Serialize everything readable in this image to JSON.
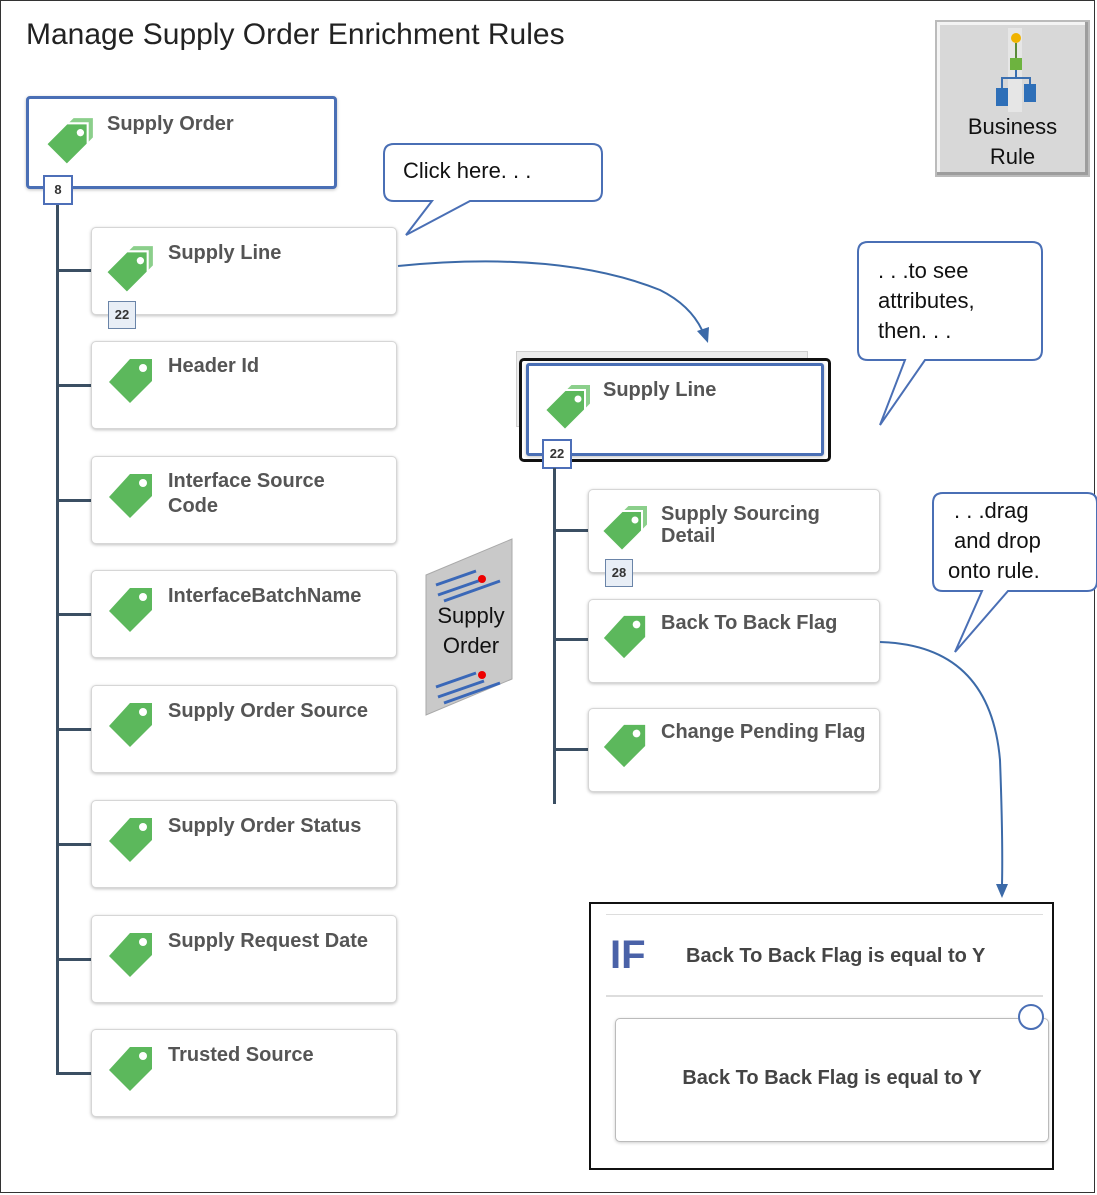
{
  "page": {
    "title": "Manage Supply Order Enrichment Rules"
  },
  "business_rule_button": {
    "line1": "Business",
    "line2": "Rule",
    "icon": "business-rule-flow-icon"
  },
  "root_node": {
    "label": "Supply Order",
    "count": "8"
  },
  "left_tree": [
    {
      "label": "Supply Line",
      "count": "22",
      "icon": "multi-tag-icon"
    },
    {
      "label": "Header Id",
      "icon": "tag-icon"
    },
    {
      "label": "Interface Source\nCode",
      "icon": "tag-icon"
    },
    {
      "label": "InterfaceBatchName",
      "icon": "tag-icon"
    },
    {
      "label": "Supply Order Source",
      "icon": "tag-icon"
    },
    {
      "label": "Supply Order Status",
      "icon": "tag-icon"
    },
    {
      "label": "Supply Request Date",
      "icon": "tag-icon"
    },
    {
      "label": "Trusted Source",
      "icon": "tag-icon"
    }
  ],
  "drag_ghost": {
    "line1": "Supply",
    "line2": "Order"
  },
  "expanded_node": {
    "label": "Supply Line",
    "count": "22"
  },
  "right_tree": [
    {
      "label": "Supply Sourcing\nDetail",
      "count": "28",
      "icon": "multi-tag-icon"
    },
    {
      "label": "Back To Back Flag",
      "icon": "tag-icon"
    },
    {
      "label": "Change Pending Flag",
      "icon": "tag-icon"
    }
  ],
  "callouts": {
    "click": "Click here. . .",
    "see_line1": ". . .to see",
    "see_line2": "attributes,",
    "see_line3": "then. . .",
    "drag_line1": ". . .drag",
    "drag_line2": "and drop",
    "drag_line3": "onto rule."
  },
  "rule": {
    "keyword": "IF",
    "header": "Back To Back Flag is equal to Y",
    "condition": "Back To Back Flag is equal to Y"
  },
  "colors": {
    "tag_green": "#5cb85c",
    "accent_blue": "#4a6fb5",
    "tree_line": "#3b4f63"
  }
}
